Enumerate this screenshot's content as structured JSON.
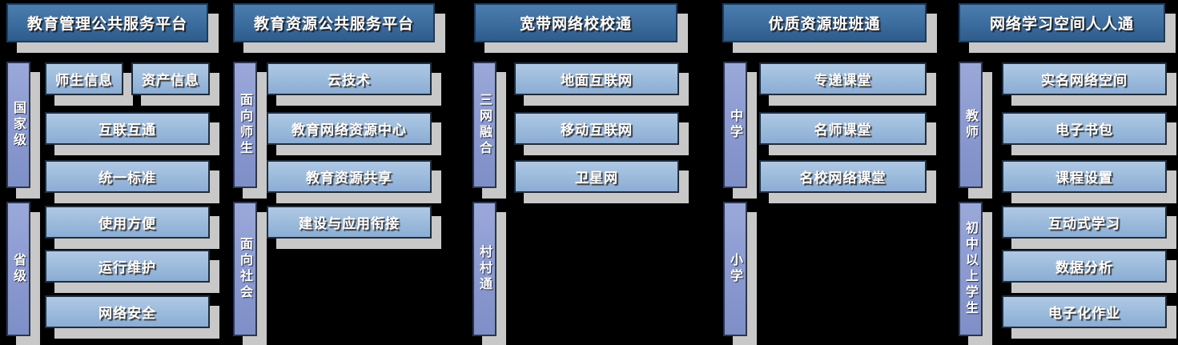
{
  "diagram": {
    "columns": [
      {
        "header": "教育管理公共服务平台",
        "groups": [
          {
            "label": "国家级",
            "items": [
              "师生信息",
              "资产信息",
              "互联互通",
              "统一标准"
            ]
          },
          {
            "label": "省级",
            "items": [
              "使用方便",
              "运行维护",
              "网络安全"
            ]
          }
        ]
      },
      {
        "header": "教育资源公共服务平台",
        "groups": [
          {
            "label": "面向师生",
            "items": [
              "云技术",
              "教育网络资源中心",
              "教育资源共享"
            ]
          },
          {
            "label": "面向社会",
            "items": [
              "建设与应用衔接"
            ]
          }
        ]
      },
      {
        "header": "宽带网络校校通",
        "groups": [
          {
            "label": "三网融合",
            "items": [
              "地面互联网",
              "移动互联网",
              "卫星网"
            ]
          },
          {
            "label": "村村通",
            "items": []
          }
        ]
      },
      {
        "header": "优质资源班班通",
        "groups": [
          {
            "label": "中学",
            "items": [
              "专递课堂",
              "名师课堂",
              "名校网络课堂"
            ]
          },
          {
            "label": "小学",
            "items": []
          }
        ]
      },
      {
        "header": "网络学习空间人人通",
        "groups": [
          {
            "label": "教师",
            "items": [
              "实名网络空间",
              "电子书包",
              "课程设置"
            ]
          },
          {
            "label": "初中以上学生",
            "items": [
              "互动式学习",
              "数据分析",
              "电子化作业"
            ]
          }
        ]
      }
    ],
    "colors": {
      "background": "#000000",
      "header_top": "#4b7dae",
      "header_bottom": "#2e5c8b",
      "item_top": "#b0c8e4",
      "item_bottom": "#8bacd4",
      "side_bar_top": "#9aa8d9",
      "side_bar_bottom": "#7e8fc7",
      "shadow": "#c8c8c8",
      "text": "#ffffff"
    }
  }
}
